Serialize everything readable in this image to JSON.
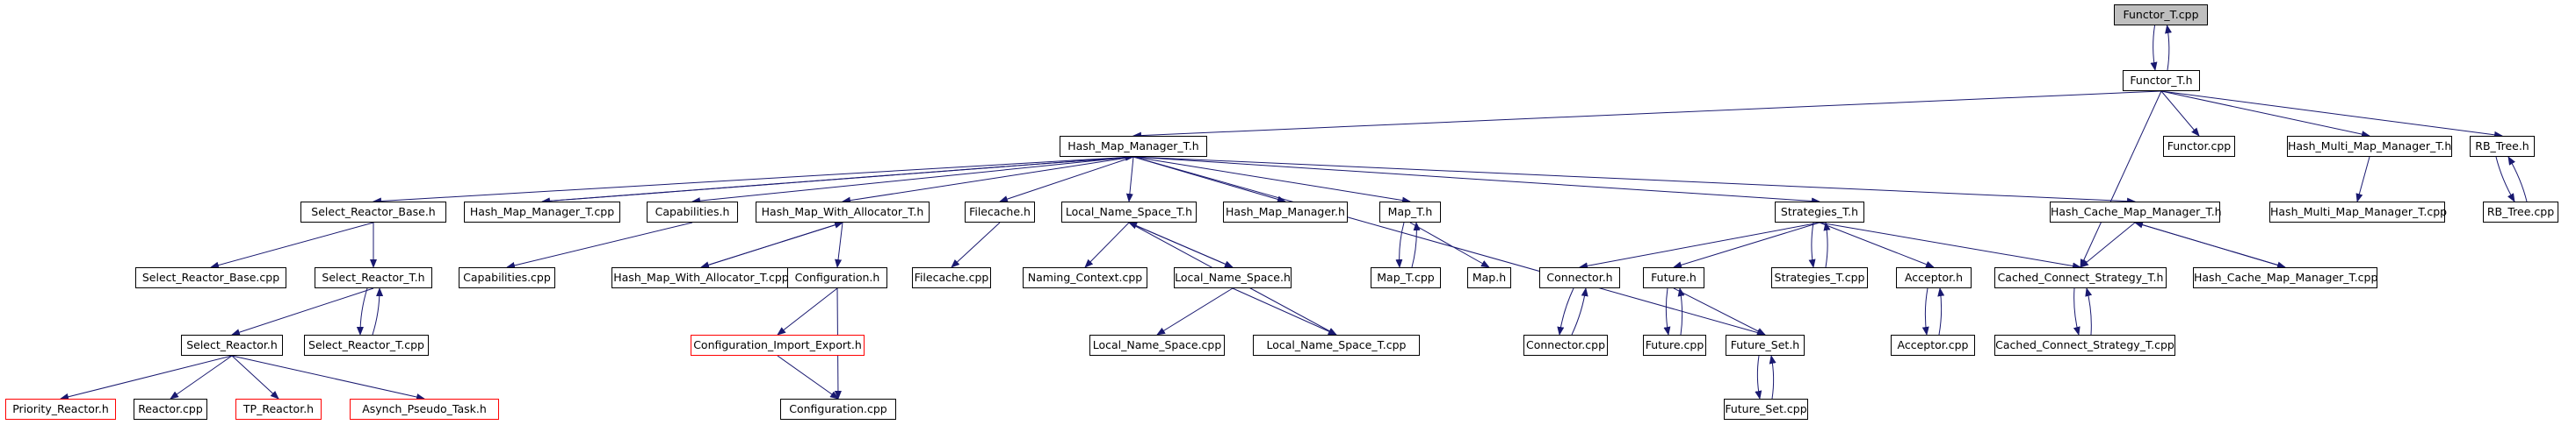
{
  "graph": {
    "nodes": [
      {
        "id": "functor_t_cpp",
        "label": "Functor_T.cpp",
        "root": true
      },
      {
        "id": "functor_t_h",
        "label": "Functor_T.h"
      },
      {
        "id": "hash_map_manager_t_h",
        "label": "Hash_Map_Manager_T.h"
      },
      {
        "id": "functor_cpp",
        "label": "Functor.cpp"
      },
      {
        "id": "hash_multi_map_manager_t_h",
        "label": "Hash_Multi_Map_Manager_T.h"
      },
      {
        "id": "rb_tree_h",
        "label": "RB_Tree.h"
      },
      {
        "id": "select_reactor_base_h",
        "label": "Select_Reactor_Base.h"
      },
      {
        "id": "hash_map_manager_t_cpp",
        "label": "Hash_Map_Manager_T.cpp"
      },
      {
        "id": "capabilities_h",
        "label": "Capabilities.h"
      },
      {
        "id": "hash_map_with_allocator_t_h",
        "label": "Hash_Map_With_Allocator_T.h"
      },
      {
        "id": "filecache_h",
        "label": "Filecache.h"
      },
      {
        "id": "local_name_space_t_h",
        "label": "Local_Name_Space_T.h"
      },
      {
        "id": "hash_map_manager_h",
        "label": "Hash_Map_Manager.h"
      },
      {
        "id": "map_t_h",
        "label": "Map_T.h"
      },
      {
        "id": "strategies_t_h",
        "label": "Strategies_T.h"
      },
      {
        "id": "hash_cache_map_manager_t_h",
        "label": "Hash_Cache_Map_Manager_T.h"
      },
      {
        "id": "hash_multi_map_manager_t_cpp",
        "label": "Hash_Multi_Map_Manager_T.cpp"
      },
      {
        "id": "rb_tree_cpp",
        "label": "RB_Tree.cpp"
      },
      {
        "id": "select_reactor_base_cpp",
        "label": "Select_Reactor_Base.cpp"
      },
      {
        "id": "select_reactor_t_h",
        "label": "Select_Reactor_T.h"
      },
      {
        "id": "capabilities_cpp",
        "label": "Capabilities.cpp"
      },
      {
        "id": "hash_map_with_allocator_t_cpp",
        "label": "Hash_Map_With_Allocator_T.cpp"
      },
      {
        "id": "configuration_h",
        "label": "Configuration.h"
      },
      {
        "id": "filecache_cpp",
        "label": "Filecache.cpp"
      },
      {
        "id": "naming_context_cpp",
        "label": "Naming_Context.cpp"
      },
      {
        "id": "local_name_space_h",
        "label": "Local_Name_Space.h"
      },
      {
        "id": "map_t_cpp",
        "label": "Map_T.cpp"
      },
      {
        "id": "map_h",
        "label": "Map.h"
      },
      {
        "id": "connector_h",
        "label": "Connector.h"
      },
      {
        "id": "future_h",
        "label": "Future.h"
      },
      {
        "id": "strategies_t_cpp",
        "label": "Strategies_T.cpp"
      },
      {
        "id": "acceptor_h",
        "label": "Acceptor.h"
      },
      {
        "id": "cached_connect_strategy_t_h",
        "label": "Cached_Connect_Strategy_T.h"
      },
      {
        "id": "hash_cache_map_manager_t_cpp",
        "label": "Hash_Cache_Map_Manager_T.cpp"
      },
      {
        "id": "select_reactor_h",
        "label": "Select_Reactor.h"
      },
      {
        "id": "select_reactor_t_cpp",
        "label": "Select_Reactor_T.cpp"
      },
      {
        "id": "configuration_import_export_h",
        "label": "Configuration_Import_Export.h",
        "external": true
      },
      {
        "id": "local_name_space_cpp",
        "label": "Local_Name_Space.cpp"
      },
      {
        "id": "local_name_space_t_cpp",
        "label": "Local_Name_Space_T.cpp"
      },
      {
        "id": "connector_cpp",
        "label": "Connector.cpp"
      },
      {
        "id": "future_cpp",
        "label": "Future.cpp"
      },
      {
        "id": "future_set_h",
        "label": "Future_Set.h"
      },
      {
        "id": "acceptor_cpp",
        "label": "Acceptor.cpp"
      },
      {
        "id": "cached_connect_strategy_t_cpp",
        "label": "Cached_Connect_Strategy_T.cpp"
      },
      {
        "id": "priority_reactor_h",
        "label": "Priority_Reactor.h",
        "external": true
      },
      {
        "id": "reactor_cpp",
        "label": "Reactor.cpp"
      },
      {
        "id": "tp_reactor_h",
        "label": "TP_Reactor.h",
        "external": true
      },
      {
        "id": "asynch_pseudo_task_h",
        "label": "Asynch_Pseudo_Task.h",
        "external": true
      },
      {
        "id": "configuration_cpp",
        "label": "Configuration.cpp"
      },
      {
        "id": "future_set_cpp",
        "label": "Future_Set.cpp"
      }
    ],
    "edges": [
      {
        "from": "functor_t_cpp",
        "to": "functor_t_h",
        "curve": "left"
      },
      {
        "from": "functor_t_h",
        "to": "functor_t_cpp",
        "curve": "right"
      },
      {
        "from": "functor_t_h",
        "to": "hash_map_manager_t_h"
      },
      {
        "from": "functor_t_h",
        "to": "functor_cpp"
      },
      {
        "from": "functor_t_h",
        "to": "hash_multi_map_manager_t_h"
      },
      {
        "from": "functor_t_h",
        "to": "rb_tree_h"
      },
      {
        "from": "functor_t_h",
        "to": "cached_connect_strategy_t_h"
      },
      {
        "from": "hash_multi_map_manager_t_h",
        "to": "hash_multi_map_manager_t_cpp"
      },
      {
        "from": "rb_tree_h",
        "to": "rb_tree_cpp",
        "curve": "left"
      },
      {
        "from": "rb_tree_cpp",
        "to": "rb_tree_h",
        "curve": "right"
      },
      {
        "from": "hash_map_manager_t_h",
        "to": "select_reactor_base_h"
      },
      {
        "from": "hash_map_manager_t_h",
        "to": "hash_map_manager_t_cpp"
      },
      {
        "from": "hash_map_manager_t_cpp",
        "to": "hash_map_manager_t_h"
      },
      {
        "from": "hash_map_manager_t_h",
        "to": "capabilities_h"
      },
      {
        "from": "hash_map_manager_t_h",
        "to": "hash_map_with_allocator_t_h"
      },
      {
        "from": "hash_map_manager_t_h",
        "to": "filecache_h"
      },
      {
        "from": "hash_map_manager_t_h",
        "to": "local_name_space_t_h"
      },
      {
        "from": "hash_map_manager_t_h",
        "to": "hash_map_manager_h"
      },
      {
        "from": "hash_map_manager_t_h",
        "to": "map_t_h"
      },
      {
        "from": "hash_map_manager_t_h",
        "to": "strategies_t_h"
      },
      {
        "from": "hash_map_manager_t_h",
        "to": "hash_cache_map_manager_t_h"
      },
      {
        "from": "hash_map_manager_t_h",
        "to": "future_set_h"
      },
      {
        "from": "select_reactor_base_h",
        "to": "select_reactor_base_cpp"
      },
      {
        "from": "select_reactor_base_h",
        "to": "select_reactor_t_h"
      },
      {
        "from": "select_reactor_t_h",
        "to": "select_reactor_h"
      },
      {
        "from": "select_reactor_t_h",
        "to": "select_reactor_t_cpp",
        "curve": "left"
      },
      {
        "from": "select_reactor_t_cpp",
        "to": "select_reactor_t_h",
        "curve": "right"
      },
      {
        "from": "select_reactor_h",
        "to": "priority_reactor_h"
      },
      {
        "from": "select_reactor_h",
        "to": "reactor_cpp"
      },
      {
        "from": "select_reactor_h",
        "to": "tp_reactor_h"
      },
      {
        "from": "select_reactor_h",
        "to": "asynch_pseudo_task_h"
      },
      {
        "from": "capabilities_h",
        "to": "capabilities_cpp"
      },
      {
        "from": "hash_map_with_allocator_t_h",
        "to": "hash_map_with_allocator_t_cpp"
      },
      {
        "from": "hash_map_with_allocator_t_cpp",
        "to": "hash_map_with_allocator_t_h"
      },
      {
        "from": "hash_map_with_allocator_t_h",
        "to": "configuration_h"
      },
      {
        "from": "configuration_h",
        "to": "configuration_import_export_h"
      },
      {
        "from": "configuration_h",
        "to": "configuration_cpp"
      },
      {
        "from": "configuration_import_export_h",
        "to": "configuration_cpp"
      },
      {
        "from": "filecache_h",
        "to": "filecache_cpp"
      },
      {
        "from": "local_name_space_t_h",
        "to": "naming_context_cpp"
      },
      {
        "from": "local_name_space_t_h",
        "to": "local_name_space_h"
      },
      {
        "from": "local_name_space_h",
        "to": "local_name_space_t_h"
      },
      {
        "from": "local_name_space_t_h",
        "to": "local_name_space_t_cpp"
      },
      {
        "from": "local_name_space_h",
        "to": "local_name_space_cpp"
      },
      {
        "from": "local_name_space_h",
        "to": "local_name_space_t_cpp"
      },
      {
        "from": "map_t_h",
        "to": "map_t_cpp",
        "curve": "left"
      },
      {
        "from": "map_t_cpp",
        "to": "map_t_h",
        "curve": "right"
      },
      {
        "from": "map_t_h",
        "to": "map_h"
      },
      {
        "from": "strategies_t_h",
        "to": "connector_h"
      },
      {
        "from": "strategies_t_h",
        "to": "future_h"
      },
      {
        "from": "strategies_t_h",
        "to": "strategies_t_cpp",
        "curve": "left"
      },
      {
        "from": "strategies_t_cpp",
        "to": "strategies_t_h",
        "curve": "right"
      },
      {
        "from": "strategies_t_h",
        "to": "acceptor_h"
      },
      {
        "from": "strategies_t_h",
        "to": "cached_connect_strategy_t_h"
      },
      {
        "from": "connector_h",
        "to": "connector_cpp",
        "curve": "left"
      },
      {
        "from": "connector_cpp",
        "to": "connector_h",
        "curve": "right"
      },
      {
        "from": "future_h",
        "to": "future_cpp",
        "curve": "left"
      },
      {
        "from": "future_cpp",
        "to": "future_h",
        "curve": "right"
      },
      {
        "from": "future_h",
        "to": "future_set_h"
      },
      {
        "from": "future_set_h",
        "to": "future_set_cpp",
        "curve": "left"
      },
      {
        "from": "future_set_cpp",
        "to": "future_set_h",
        "curve": "right"
      },
      {
        "from": "acceptor_h",
        "to": "acceptor_cpp",
        "curve": "left"
      },
      {
        "from": "acceptor_cpp",
        "to": "acceptor_h",
        "curve": "right"
      },
      {
        "from": "hash_cache_map_manager_t_h",
        "to": "cached_connect_strategy_t_h"
      },
      {
        "from": "hash_cache_map_manager_t_h",
        "to": "hash_cache_map_manager_t_cpp"
      },
      {
        "from": "hash_cache_map_manager_t_cpp",
        "to": "hash_cache_map_manager_t_h"
      },
      {
        "from": "cached_connect_strategy_t_h",
        "to": "cached_connect_strategy_t_cpp",
        "curve": "left"
      },
      {
        "from": "cached_connect_strategy_t_cpp",
        "to": "cached_connect_strategy_t_h",
        "curve": "right"
      }
    ]
  }
}
